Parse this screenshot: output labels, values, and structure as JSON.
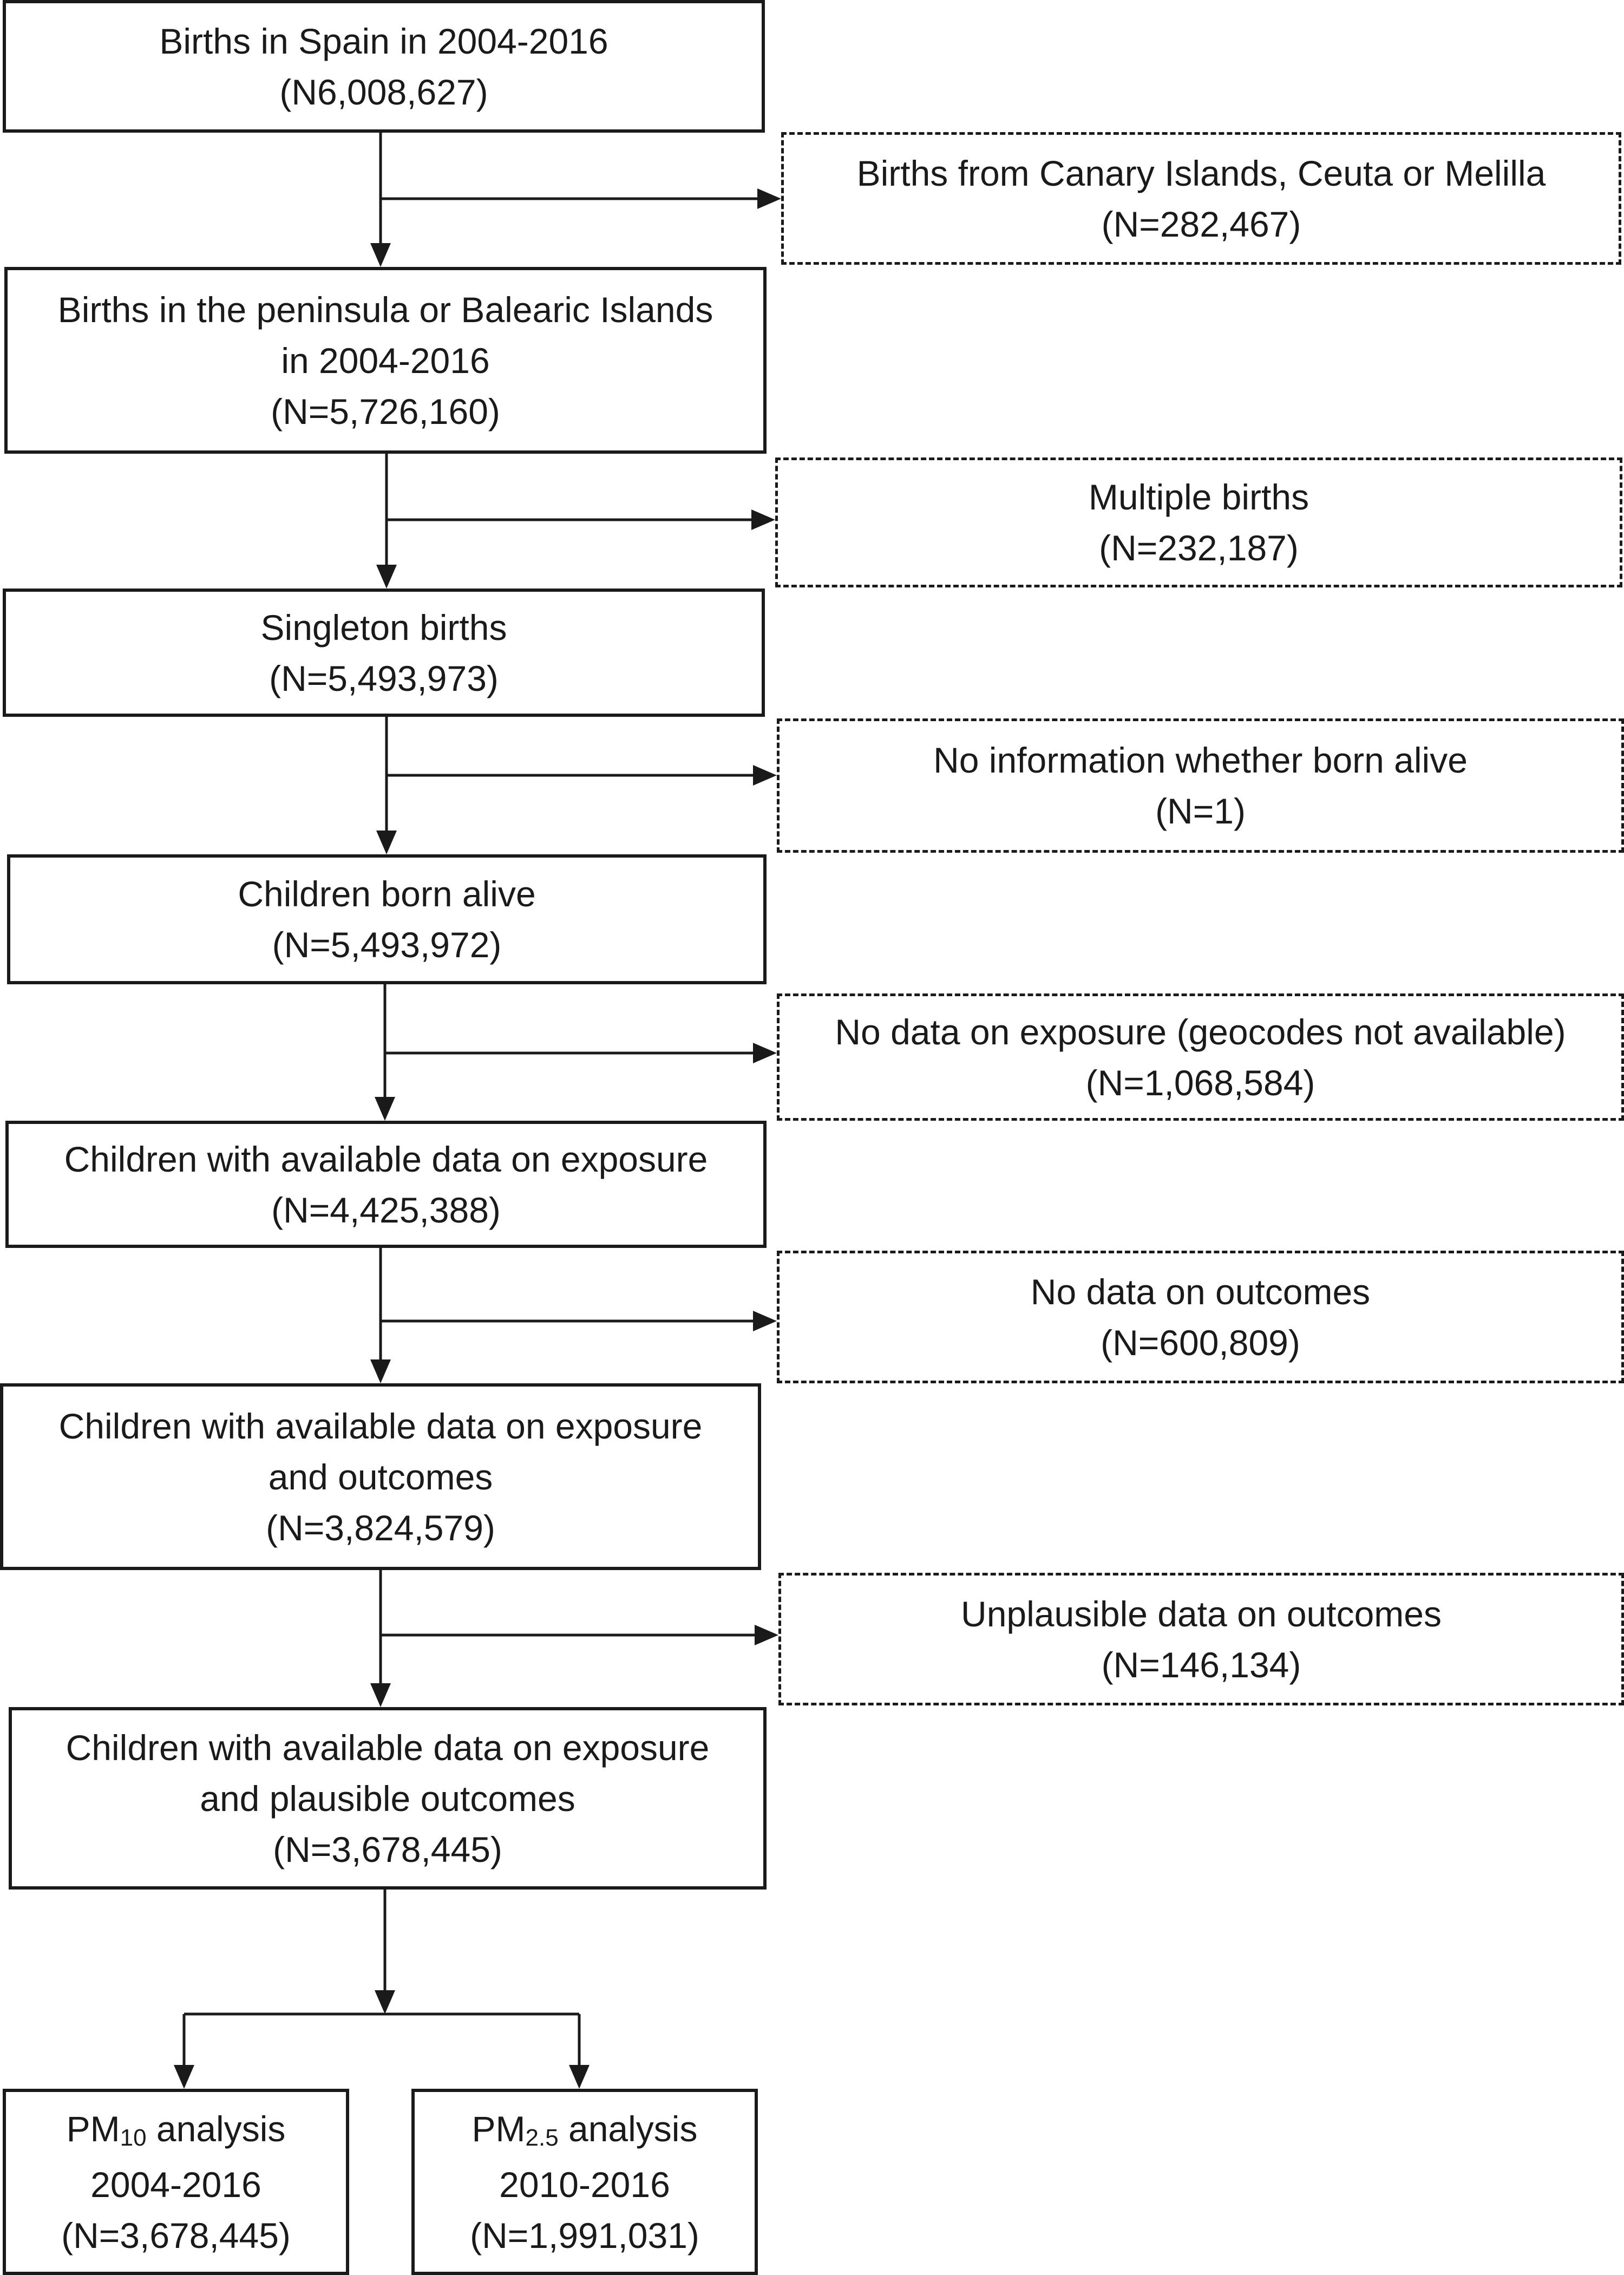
{
  "main_flow": [
    {
      "lines": [
        "Births in Spain in 2004-2016",
        "(N6,008,627)"
      ]
    },
    {
      "lines": [
        "Births in the peninsula or Balearic Islands",
        "in 2004-2016",
        "(N=5,726,160)"
      ]
    },
    {
      "lines": [
        "Singleton births",
        "(N=5,493,973)"
      ]
    },
    {
      "lines": [
        "Children born alive",
        "(N=5,493,972)"
      ]
    },
    {
      "lines": [
        "Children with available data on exposure",
        "(N=4,425,388)"
      ]
    },
    {
      "lines": [
        "Children with available data on exposure",
        "and outcomes",
        "(N=3,824,579)"
      ]
    },
    {
      "lines": [
        "Children with available data on exposure",
        "and plausible outcomes",
        "(N=3,678,445)"
      ]
    }
  ],
  "exclusions": [
    {
      "lines": [
        "Births from Canary Islands, Ceuta or Melilla",
        "(N=282,467)"
      ]
    },
    {
      "lines": [
        "Multiple births",
        "(N=232,187)"
      ]
    },
    {
      "lines": [
        "No information whether born alive",
        "(N=1)"
      ]
    },
    {
      "lines": [
        "No data on exposure (geocodes not available)",
        "(N=1,068,584)"
      ]
    },
    {
      "lines": [
        "No data on outcomes",
        "(N=600,809)"
      ]
    },
    {
      "lines": [
        "Unplausible data on outcomes",
        "(N=146,134)"
      ]
    }
  ],
  "analyses": [
    {
      "pm": "PM",
      "sub": "10",
      "suffix": " analysis",
      "period": "2004-2016",
      "count": "(N=3,678,445)"
    },
    {
      "pm": "PM",
      "sub": "2.5",
      "suffix": " analysis",
      "period": "2010-2016",
      "count": "(N=1,991,031)"
    }
  ],
  "colors": {
    "line": "#1a1a1a",
    "background": "#ffffff"
  }
}
